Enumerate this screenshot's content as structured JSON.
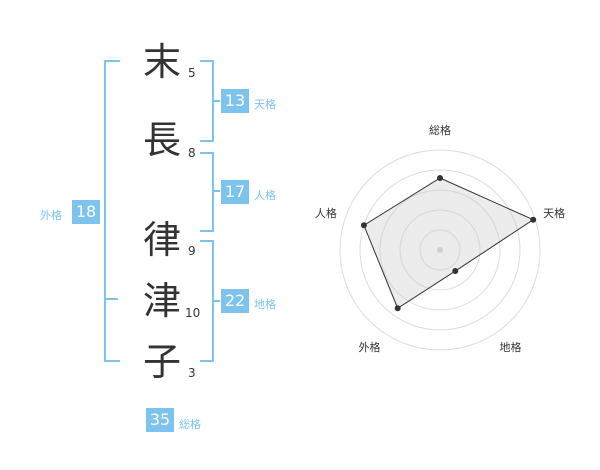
{
  "name_chars": [
    {
      "char": "末",
      "strokes": "5"
    },
    {
      "char": "長",
      "strokes": "8"
    },
    {
      "char": "律",
      "strokes": "9"
    },
    {
      "char": "津",
      "strokes": "10"
    },
    {
      "char": "子",
      "strokes": "3"
    }
  ],
  "fortunes": {
    "tenkaku": {
      "label": "天格",
      "value": "13"
    },
    "jinkaku": {
      "label": "人格",
      "value": "17"
    },
    "chikaku": {
      "label": "地格",
      "value": "22"
    },
    "gaikaku": {
      "label": "外格",
      "value": "18"
    },
    "soukaku": {
      "label": "総格",
      "value": "35"
    }
  },
  "colors": {
    "accent": "#7cc3ee",
    "text": "#333333"
  },
  "chart_data": {
    "type": "radar",
    "axes": [
      "総格",
      "天格",
      "地格",
      "外格",
      "人格"
    ],
    "values": [
      3.6,
      4.9,
      1.3,
      3.6,
      4.0
    ],
    "range": [
      0,
      5
    ],
    "rings": 5
  }
}
